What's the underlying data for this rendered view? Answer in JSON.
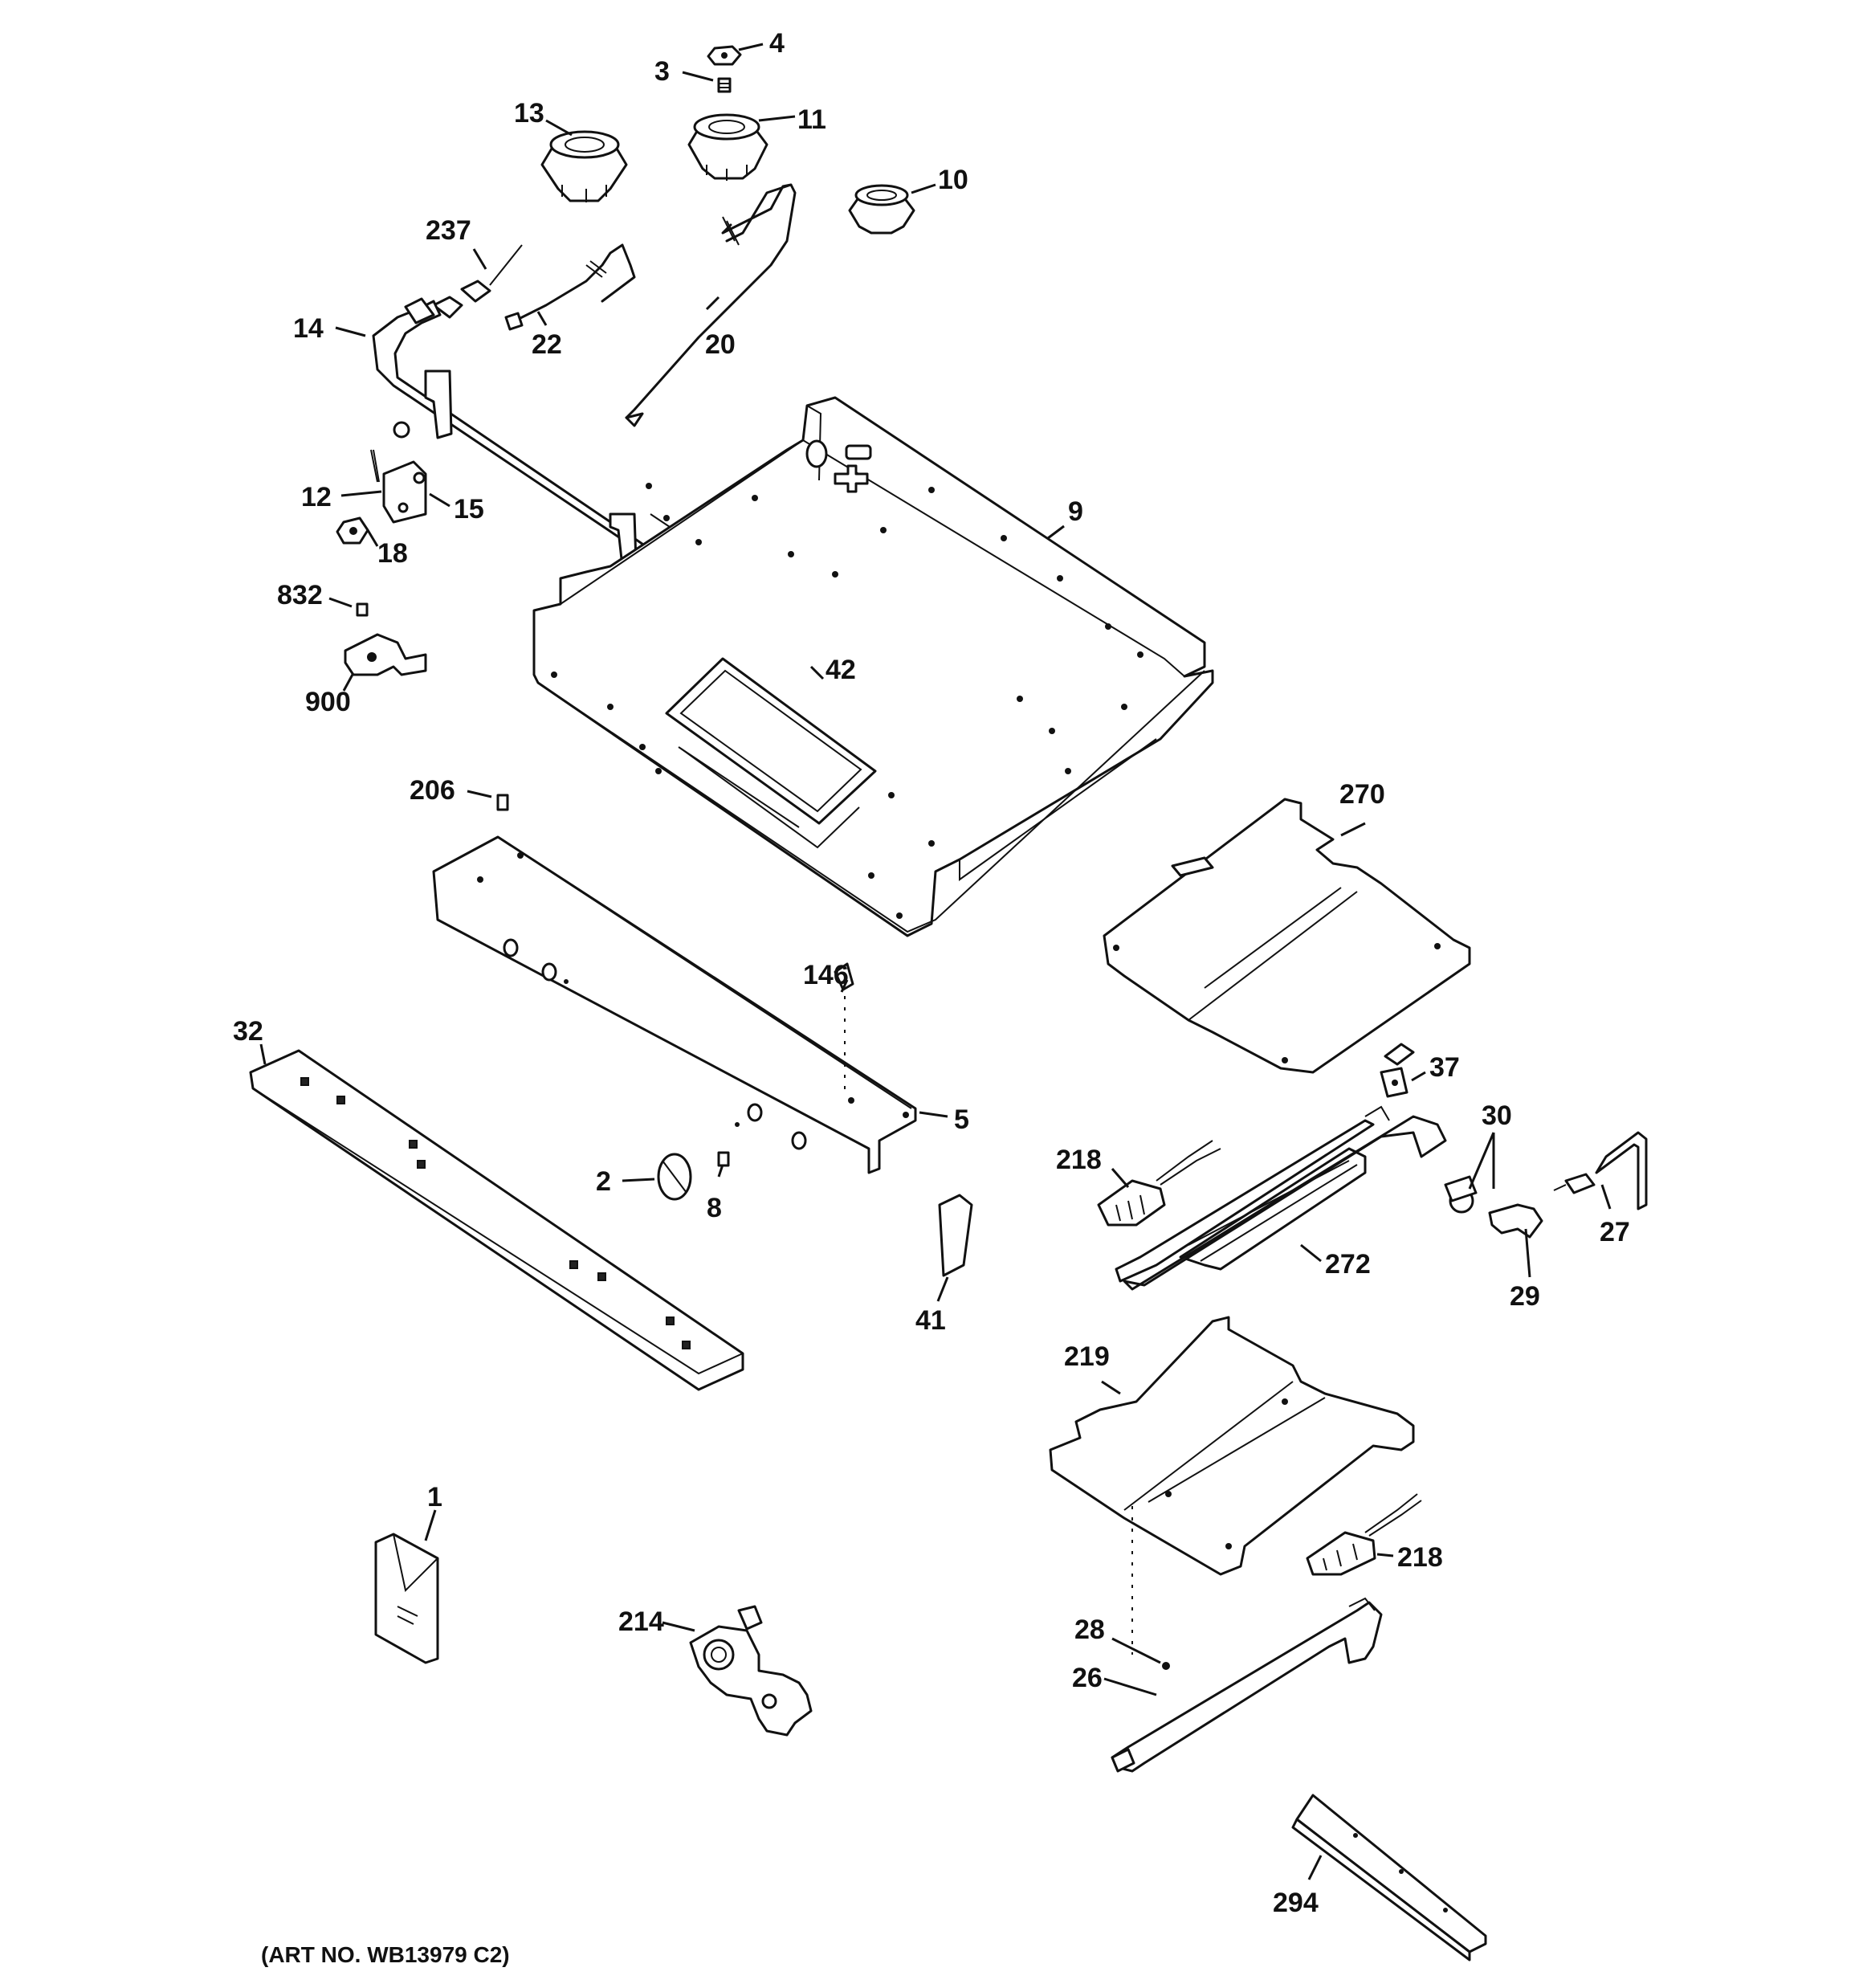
{
  "diagram": {
    "art_number": "(ART NO. WB13979 C2)",
    "callouts": [
      "1",
      "2",
      "3",
      "4",
      "5",
      "8",
      "9",
      "10",
      "11",
      "12",
      "13",
      "14",
      "15",
      "18",
      "20",
      "22",
      "26",
      "27",
      "28",
      "29",
      "30",
      "32",
      "37",
      "41",
      "42",
      "146",
      "206",
      "214",
      "218",
      "218",
      "219",
      "237",
      "270",
      "272",
      "294",
      "832",
      "900"
    ]
  }
}
